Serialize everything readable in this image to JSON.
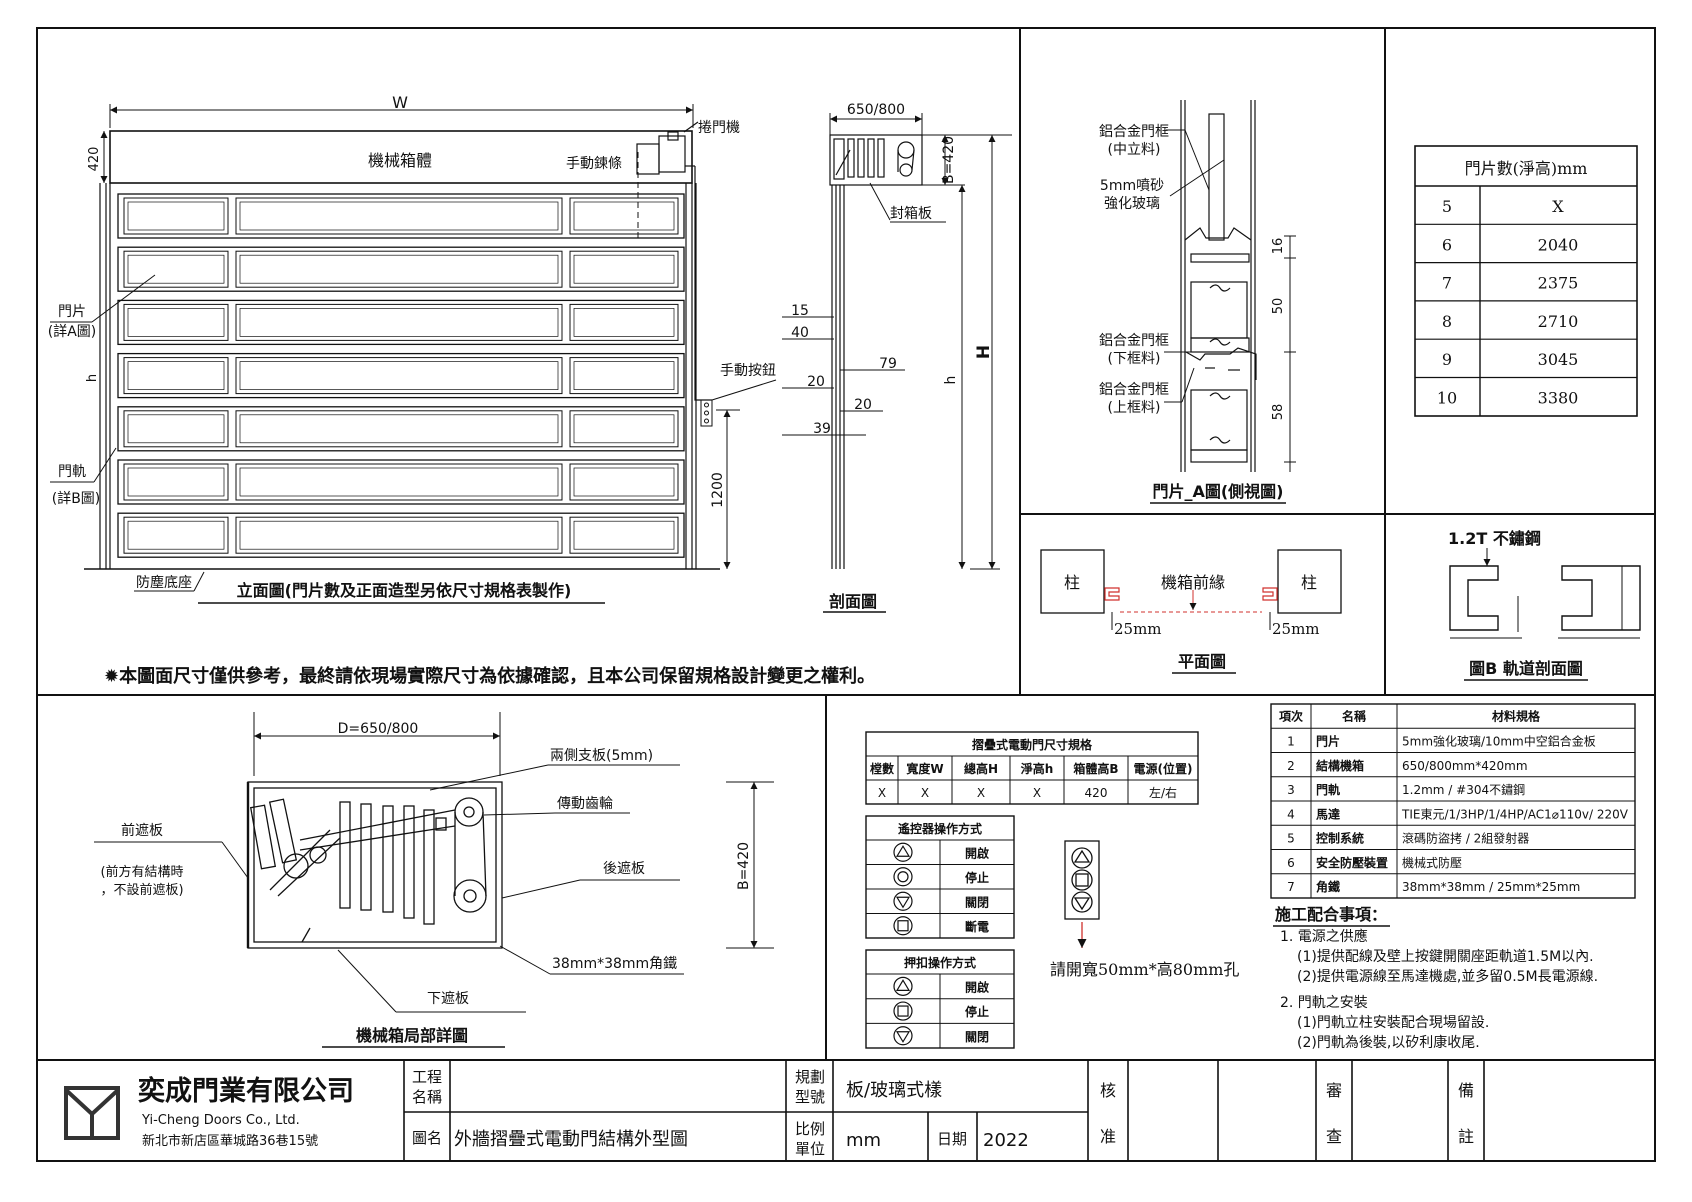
{
  "elevation": {
    "dim_w": "W",
    "box_label": "機械箱體",
    "dim_420": "420",
    "opener_label": "捲門機",
    "manual_chain": "手動鍊條",
    "door_panel_label_1": "門片",
    "door_panel_label_2": "(詳A圖)",
    "dim_h": "h",
    "track_label_1": "門軌",
    "track_label_2": "(詳B圖)",
    "manual_button": "手動按鈕",
    "dim_1200": "1200",
    "dust_seal": "防塵底座",
    "title": "立面圖(門片數及正面造型另依尺寸規格表製作)"
  },
  "section": {
    "dim_top": "650/800",
    "dim_b": "B=420",
    "cover_plate": "封箱板",
    "dims": [
      "15",
      "40",
      "79",
      "20",
      "20",
      "39"
    ],
    "dim_h": "h",
    "dim_H": "H",
    "title": "剖面圖"
  },
  "notice": "✹本圖面尺寸僅供參考，最終請依現場實際尺寸為依據確認，且本公司保留規格設計變更之權利。",
  "detail_a": {
    "mullion_1": "鋁合金門框",
    "mullion_2": "(中立料)",
    "glass_1": "5mm噴砂",
    "glass_2": "強化玻璃",
    "lower_1": "鋁合金門框",
    "lower_2": "(下框料)",
    "upper_1": "鋁合金門框",
    "upper_2": "(上框料)",
    "dims": [
      "16",
      "50",
      "58"
    ],
    "title": "門片_A圖(側視圖)"
  },
  "panel_table": {
    "header": "門片數(淨高)mm",
    "rows": [
      {
        "count": "5",
        "height": "X"
      },
      {
        "count": "6",
        "height": "2040"
      },
      {
        "count": "7",
        "height": "2375"
      },
      {
        "count": "8",
        "height": "2710"
      },
      {
        "count": "9",
        "height": "3045"
      },
      {
        "count": "10",
        "height": "3380"
      }
    ]
  },
  "plan": {
    "pillar": "柱",
    "front_edge": "機箱前緣",
    "dim_25": "25mm",
    "title": "平面圖"
  },
  "track_b": {
    "material": "1.2T 不鏽鋼",
    "title": "圖B 軌道剖面圖"
  },
  "box_detail": {
    "dim_d": "D=650/800",
    "side_plate": "兩側支板(5mm)",
    "gear": "傳動齒輪",
    "front_cover": "前遮板",
    "front_note_1": "(前方有結構時",
    "front_note_2": "，不設前遮板)",
    "rear_cover": "後遮板",
    "dim_b": "B=420",
    "angle_iron": "38mm*38mm角鐵",
    "bottom_cover": "下遮板",
    "title": "機械箱局部詳圖"
  },
  "spec_table": {
    "title": "摺疊式電動門尺寸規格",
    "headers": [
      "樘數",
      "寬度W",
      "總高H",
      "淨高h",
      "箱體高B",
      "電源(位置)"
    ],
    "values": [
      "X",
      "X",
      "X",
      "X",
      "420",
      "左/右"
    ]
  },
  "remote_table": {
    "title": "遙控器操作方式",
    "rows": [
      {
        "icon": "up-triangle-icon",
        "label": "開啟"
      },
      {
        "icon": "circle-stop-icon",
        "label": "停止"
      },
      {
        "icon": "down-triangle-icon",
        "label": "關閉"
      },
      {
        "icon": "square-icon",
        "label": "斷電"
      }
    ]
  },
  "push_table": {
    "title": "押扣操作方式",
    "rows": [
      {
        "icon": "up-triangle-icon",
        "label": "開啟"
      },
      {
        "icon": "square-icon",
        "label": "停止"
      },
      {
        "icon": "down-triangle-icon",
        "label": "關閉"
      }
    ]
  },
  "switch_note": "請開寬50mm*高80mm孔",
  "material_table": {
    "headers": [
      "項次",
      "名稱",
      "材料規格"
    ],
    "rows": [
      [
        "1",
        "門片",
        "5mm強化玻璃/10mm中空鋁合金板"
      ],
      [
        "2",
        "結構機箱",
        "650/800mm*420mm"
      ],
      [
        "3",
        "門軌",
        "1.2mm / #304不鏽鋼"
      ],
      [
        "4",
        "馬達",
        "TIE東元/1/3HP/1/4HP/AC1⌀110v/ 220V"
      ],
      [
        "5",
        "控制系統",
        "滾碼防盜拷 / 2組發射器"
      ],
      [
        "6",
        "安全防壓裝置",
        "機械式防壓"
      ],
      [
        "7",
        "角鐵",
        "38mm*38mm / 25mm*25mm"
      ]
    ]
  },
  "construction": {
    "title": "施工配合事項：",
    "lines": [
      "1. 電源之供應",
      "(1)提供配線及壁上按鍵開關座距軌道1.5M以內.",
      "(2)提供電源線至馬達機處,並多留0.5M長電源線.",
      "2. 門軌之安裝",
      "(1)門軌立柱安裝配合現場留設.",
      "(2)門軌為後裝,以矽利康收尾."
    ]
  },
  "title_block": {
    "company_cn": "奕成門業有限公司",
    "company_en": "Yi-Cheng Doors Co., Ltd.",
    "address": "新北市新店區華城路36巷15號",
    "project_label_1": "工程",
    "project_label_2": "名稱",
    "drawing_label": "圖名",
    "drawing_name": "外牆摺疊式電動門結構外型圖",
    "model_label_1": "規劃",
    "model_label_2": "型號",
    "model_value": "板/玻璃式樣",
    "scale_label_1": "比例",
    "scale_label_2": "單位",
    "scale_value": "mm",
    "date_label": "日期",
    "date_value": "2022",
    "check_1": "核",
    "check_2": "准",
    "review_1": "審",
    "review_2": "查",
    "remark_1": "備",
    "remark_2": "註"
  }
}
